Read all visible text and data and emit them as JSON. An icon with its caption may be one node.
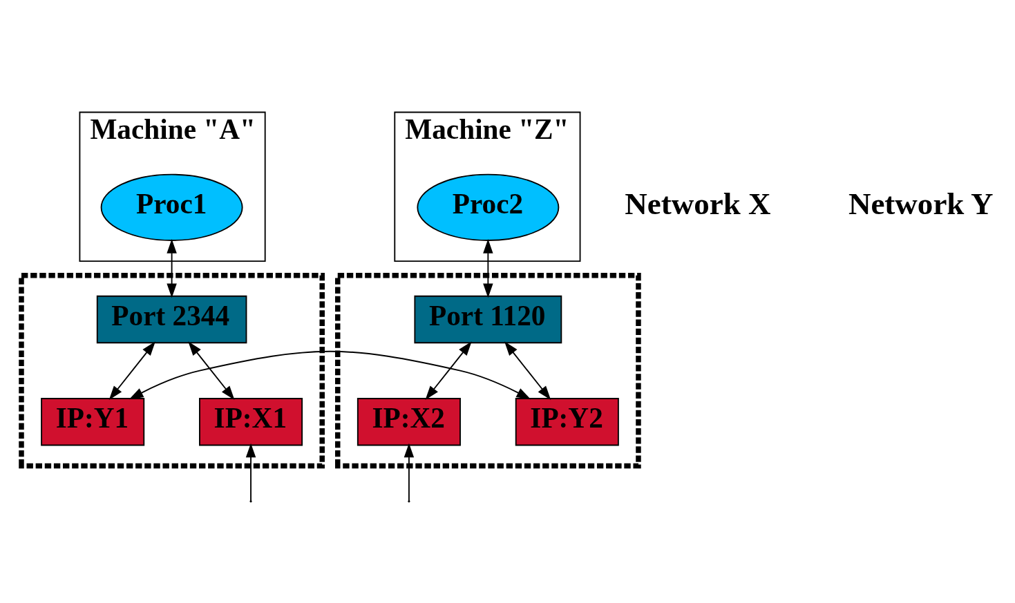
{
  "diagram": {
    "nodes": [
      {
        "text": [
          "Machine \"A\""
        ]
      },
      {
        "text": [
          "Proc1"
        ],
        "in": 0
      },
      {
        "text": [],
        "shape": "box"
      },
      {
        "text": [
          "Port 2344"
        ],
        "in": 2
      },
      {
        "text": [
          "IP:Y1"
        ],
        "in": 2
      },
      {
        "text": [
          "IP:X1"
        ],
        "in": 2
      },
      {
        "text": [
          "Machine \"Z\""
        ]
      },
      {
        "text": [
          "Proc2"
        ],
        "in": 6
      },
      {
        "text": [],
        "shape": "box"
      },
      {
        "text": [
          "Port 1120"
        ],
        "in": 8
      },
      {
        "text": [
          "IP:X2"
        ],
        "in": 8
      },
      {
        "text": [
          "IP:Y2"
        ],
        "in": 8
      }
    ],
    "edges": [
      {
        "from": 1,
        "to": 3,
        "arrow": "both"
      },
      {
        "from": 3,
        "to": 4,
        "arrow": "both"
      },
      {
        "from": 3,
        "to": 5,
        "arrow": "both"
      },
      {
        "from": 7,
        "to": 9,
        "arrow": "both"
      },
      {
        "from": 9,
        "to": 10,
        "arrow": "both"
      },
      {
        "from": 9,
        "to": 11,
        "arrow": "both"
      },
      {
        "from": 4,
        "to": 11,
        "arrow": "both"
      },
      {
        "from": null,
        "to": 5,
        "arrow": "to"
      },
      {
        "from": null,
        "to": 10,
        "arrow": "to"
      }
    ],
    "labels": [
      "Network X",
      "Network Y"
    ]
  }
}
